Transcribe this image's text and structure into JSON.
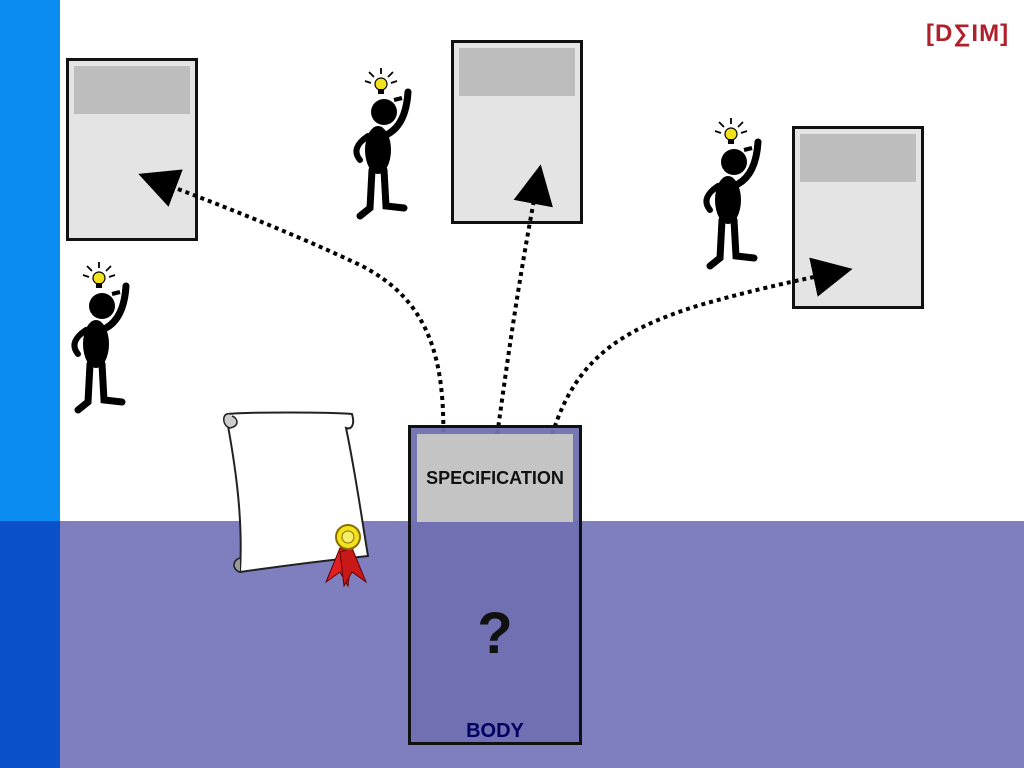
{
  "logo": {
    "text": "[D∑IM]"
  },
  "specification_box": {
    "label": "SPECIFICATION",
    "question": "?",
    "body_label": "BODY"
  },
  "colors": {
    "sidebar_top": "#0a8cf0",
    "sidebar_bottom": "#0a50c8",
    "bottom_band": "#7f7fbf",
    "logo": "#b0202a",
    "bulb": "#f2e21c",
    "ribbon": "#e02020"
  },
  "icons": [
    "person-with-idea-icon",
    "lightbulb-icon",
    "scroll-icon",
    "award-ribbon-icon",
    "dotted-arrow"
  ]
}
